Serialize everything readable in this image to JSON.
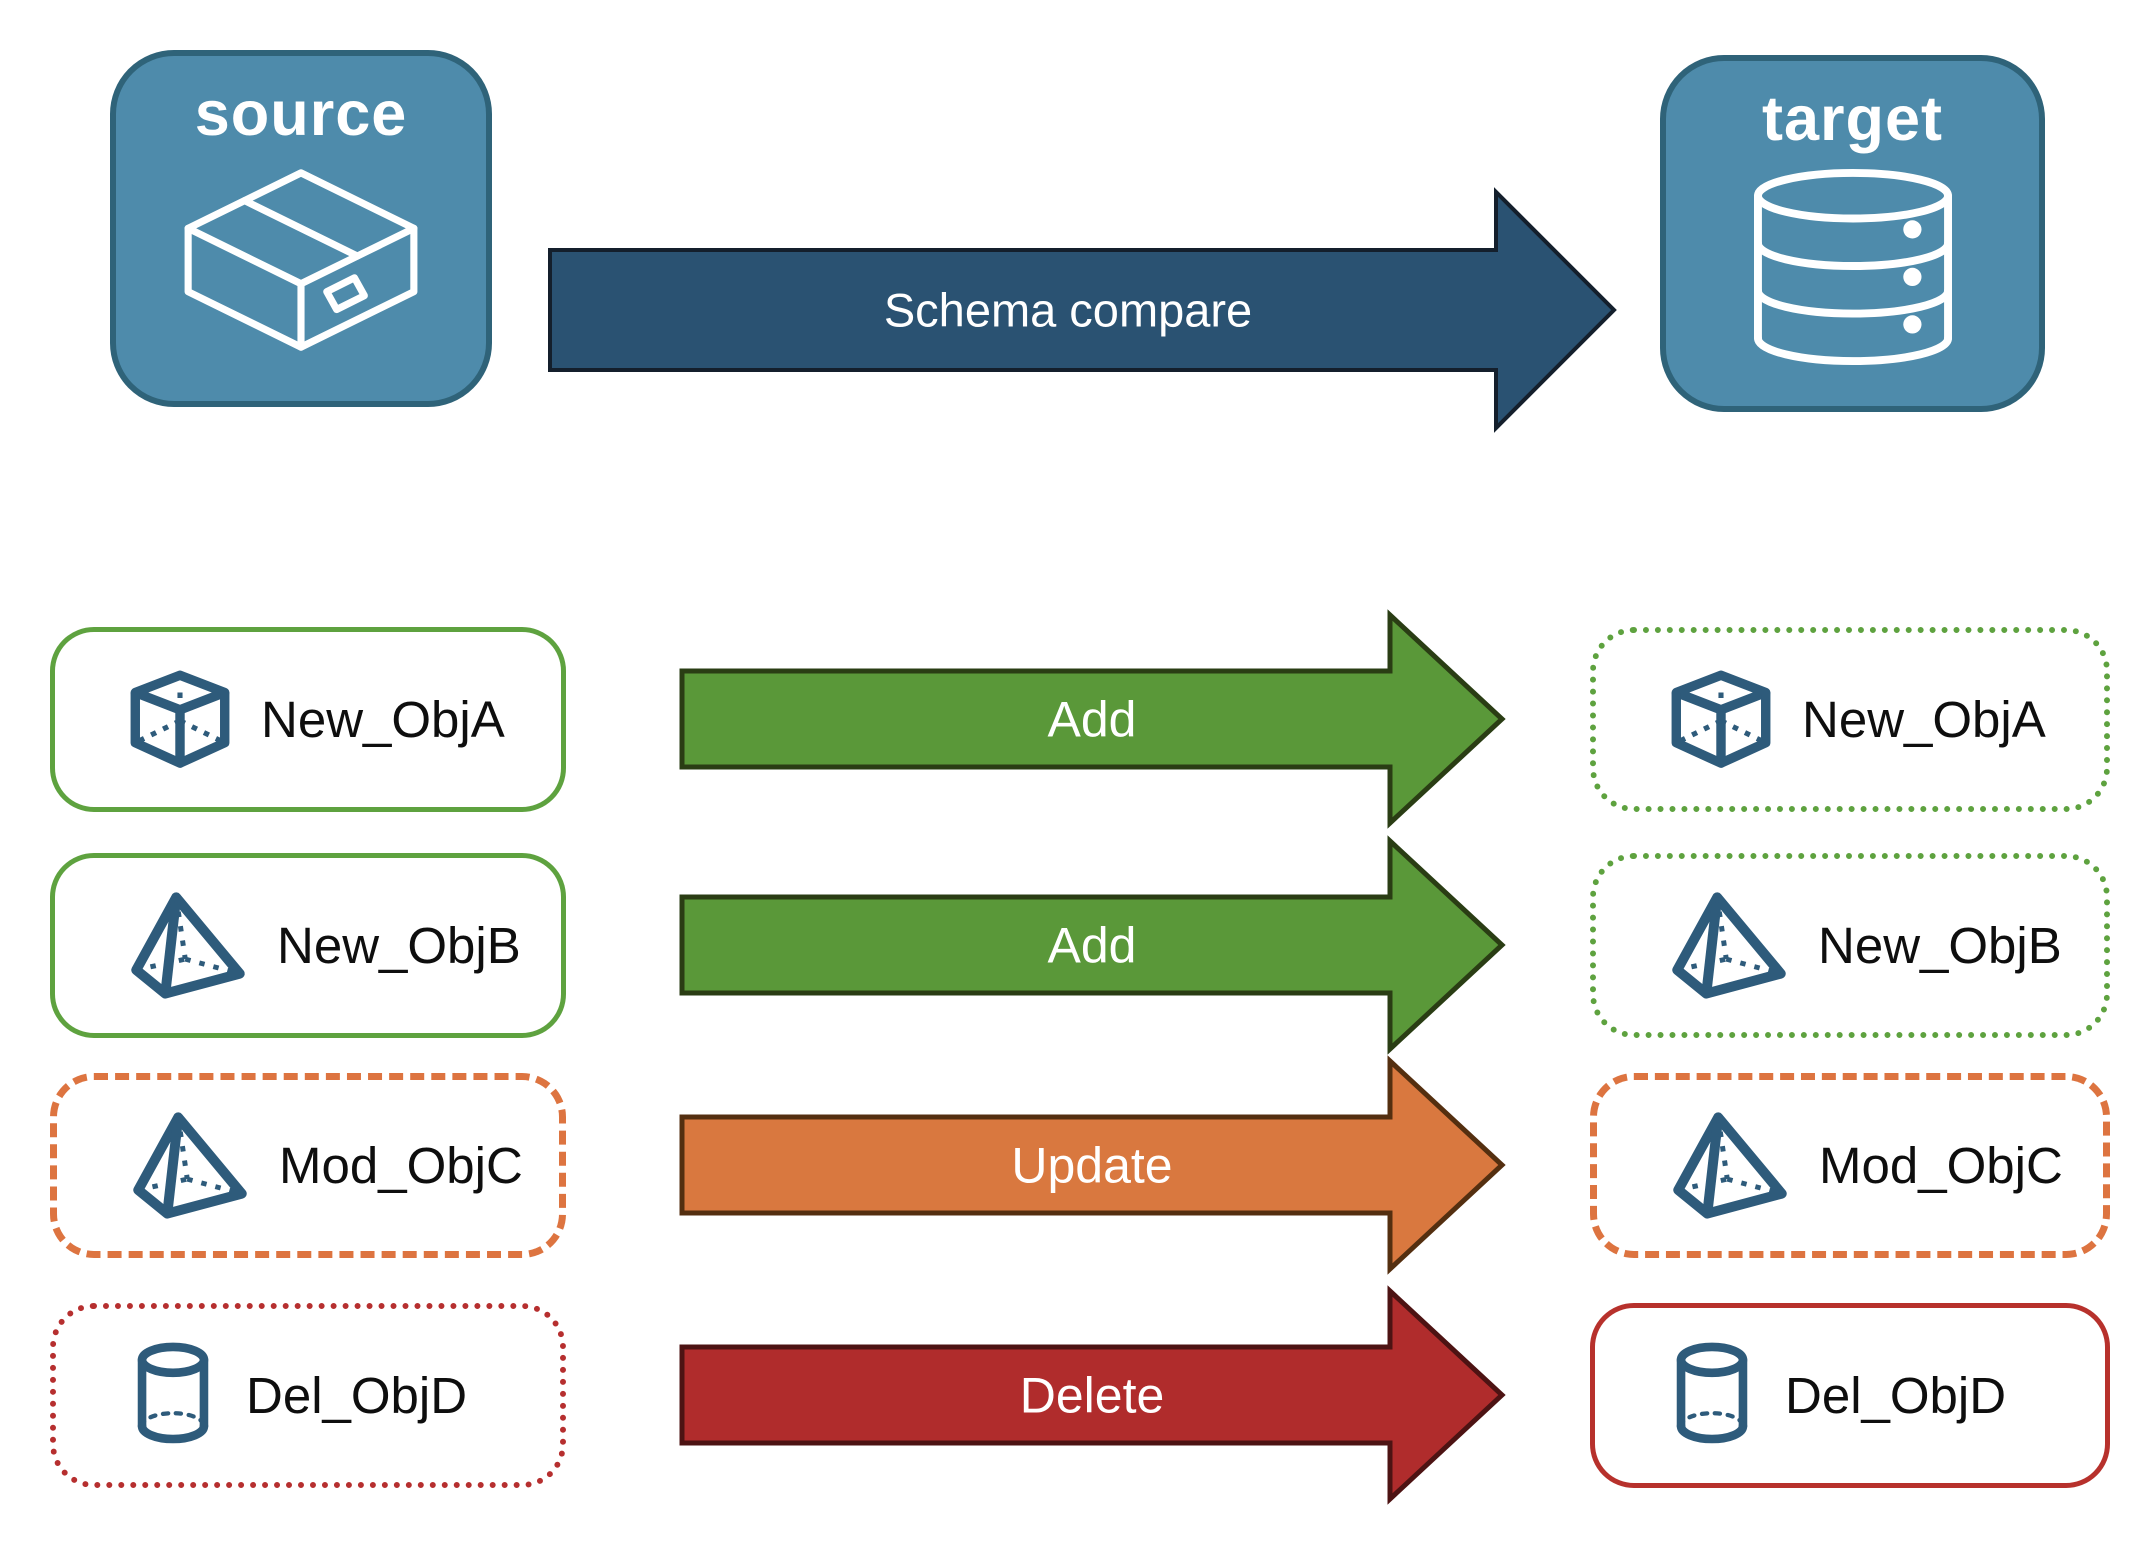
{
  "header": {
    "source_label": "source",
    "target_label": "target",
    "compare_label": "Schema compare",
    "source_icon": "package-icon",
    "target_icon": "database-icon"
  },
  "rows": [
    {
      "object": "New_ObjA",
      "icon": "cube-icon",
      "action": "Add",
      "action_color": "#5a9839",
      "source_box_style": "solid-green",
      "target_box_style": "dotted-green"
    },
    {
      "object": "New_ObjB",
      "icon": "pyramid-icon",
      "action": "Add",
      "action_color": "#5a9839",
      "source_box_style": "solid-green",
      "target_box_style": "dotted-green"
    },
    {
      "object": "Mod_ObjC",
      "icon": "pyramid-icon",
      "action": "Update",
      "action_color": "#d9783f",
      "source_box_style": "dashed-orange",
      "target_box_style": "dashed-orange"
    },
    {
      "object": "Del_ObjD",
      "icon": "cylinder-icon",
      "action": "Delete",
      "action_color": "#b02c2c",
      "source_box_style": "dotted-red",
      "target_box_style": "solid-red"
    }
  ],
  "colors": {
    "node_fill": "#4e8bab",
    "node_border": "#2f6379",
    "compare_arrow_fill": "#2a5272",
    "compare_arrow_border": "#141f2c",
    "add_arrow_fill": "#5a9839",
    "add_arrow_border": "#2a3d14",
    "update_arrow_fill": "#d9783f",
    "update_arrow_border": "#542f10",
    "delete_arrow_fill": "#b02c2c",
    "delete_arrow_border": "#4d1313",
    "green_box_border": "#5ea23f",
    "orange_box_border": "#dd7440",
    "red_box_border": "#b62f2f",
    "object_icon_color": "#2e5b7b",
    "label_text": "#0e0e0e"
  }
}
